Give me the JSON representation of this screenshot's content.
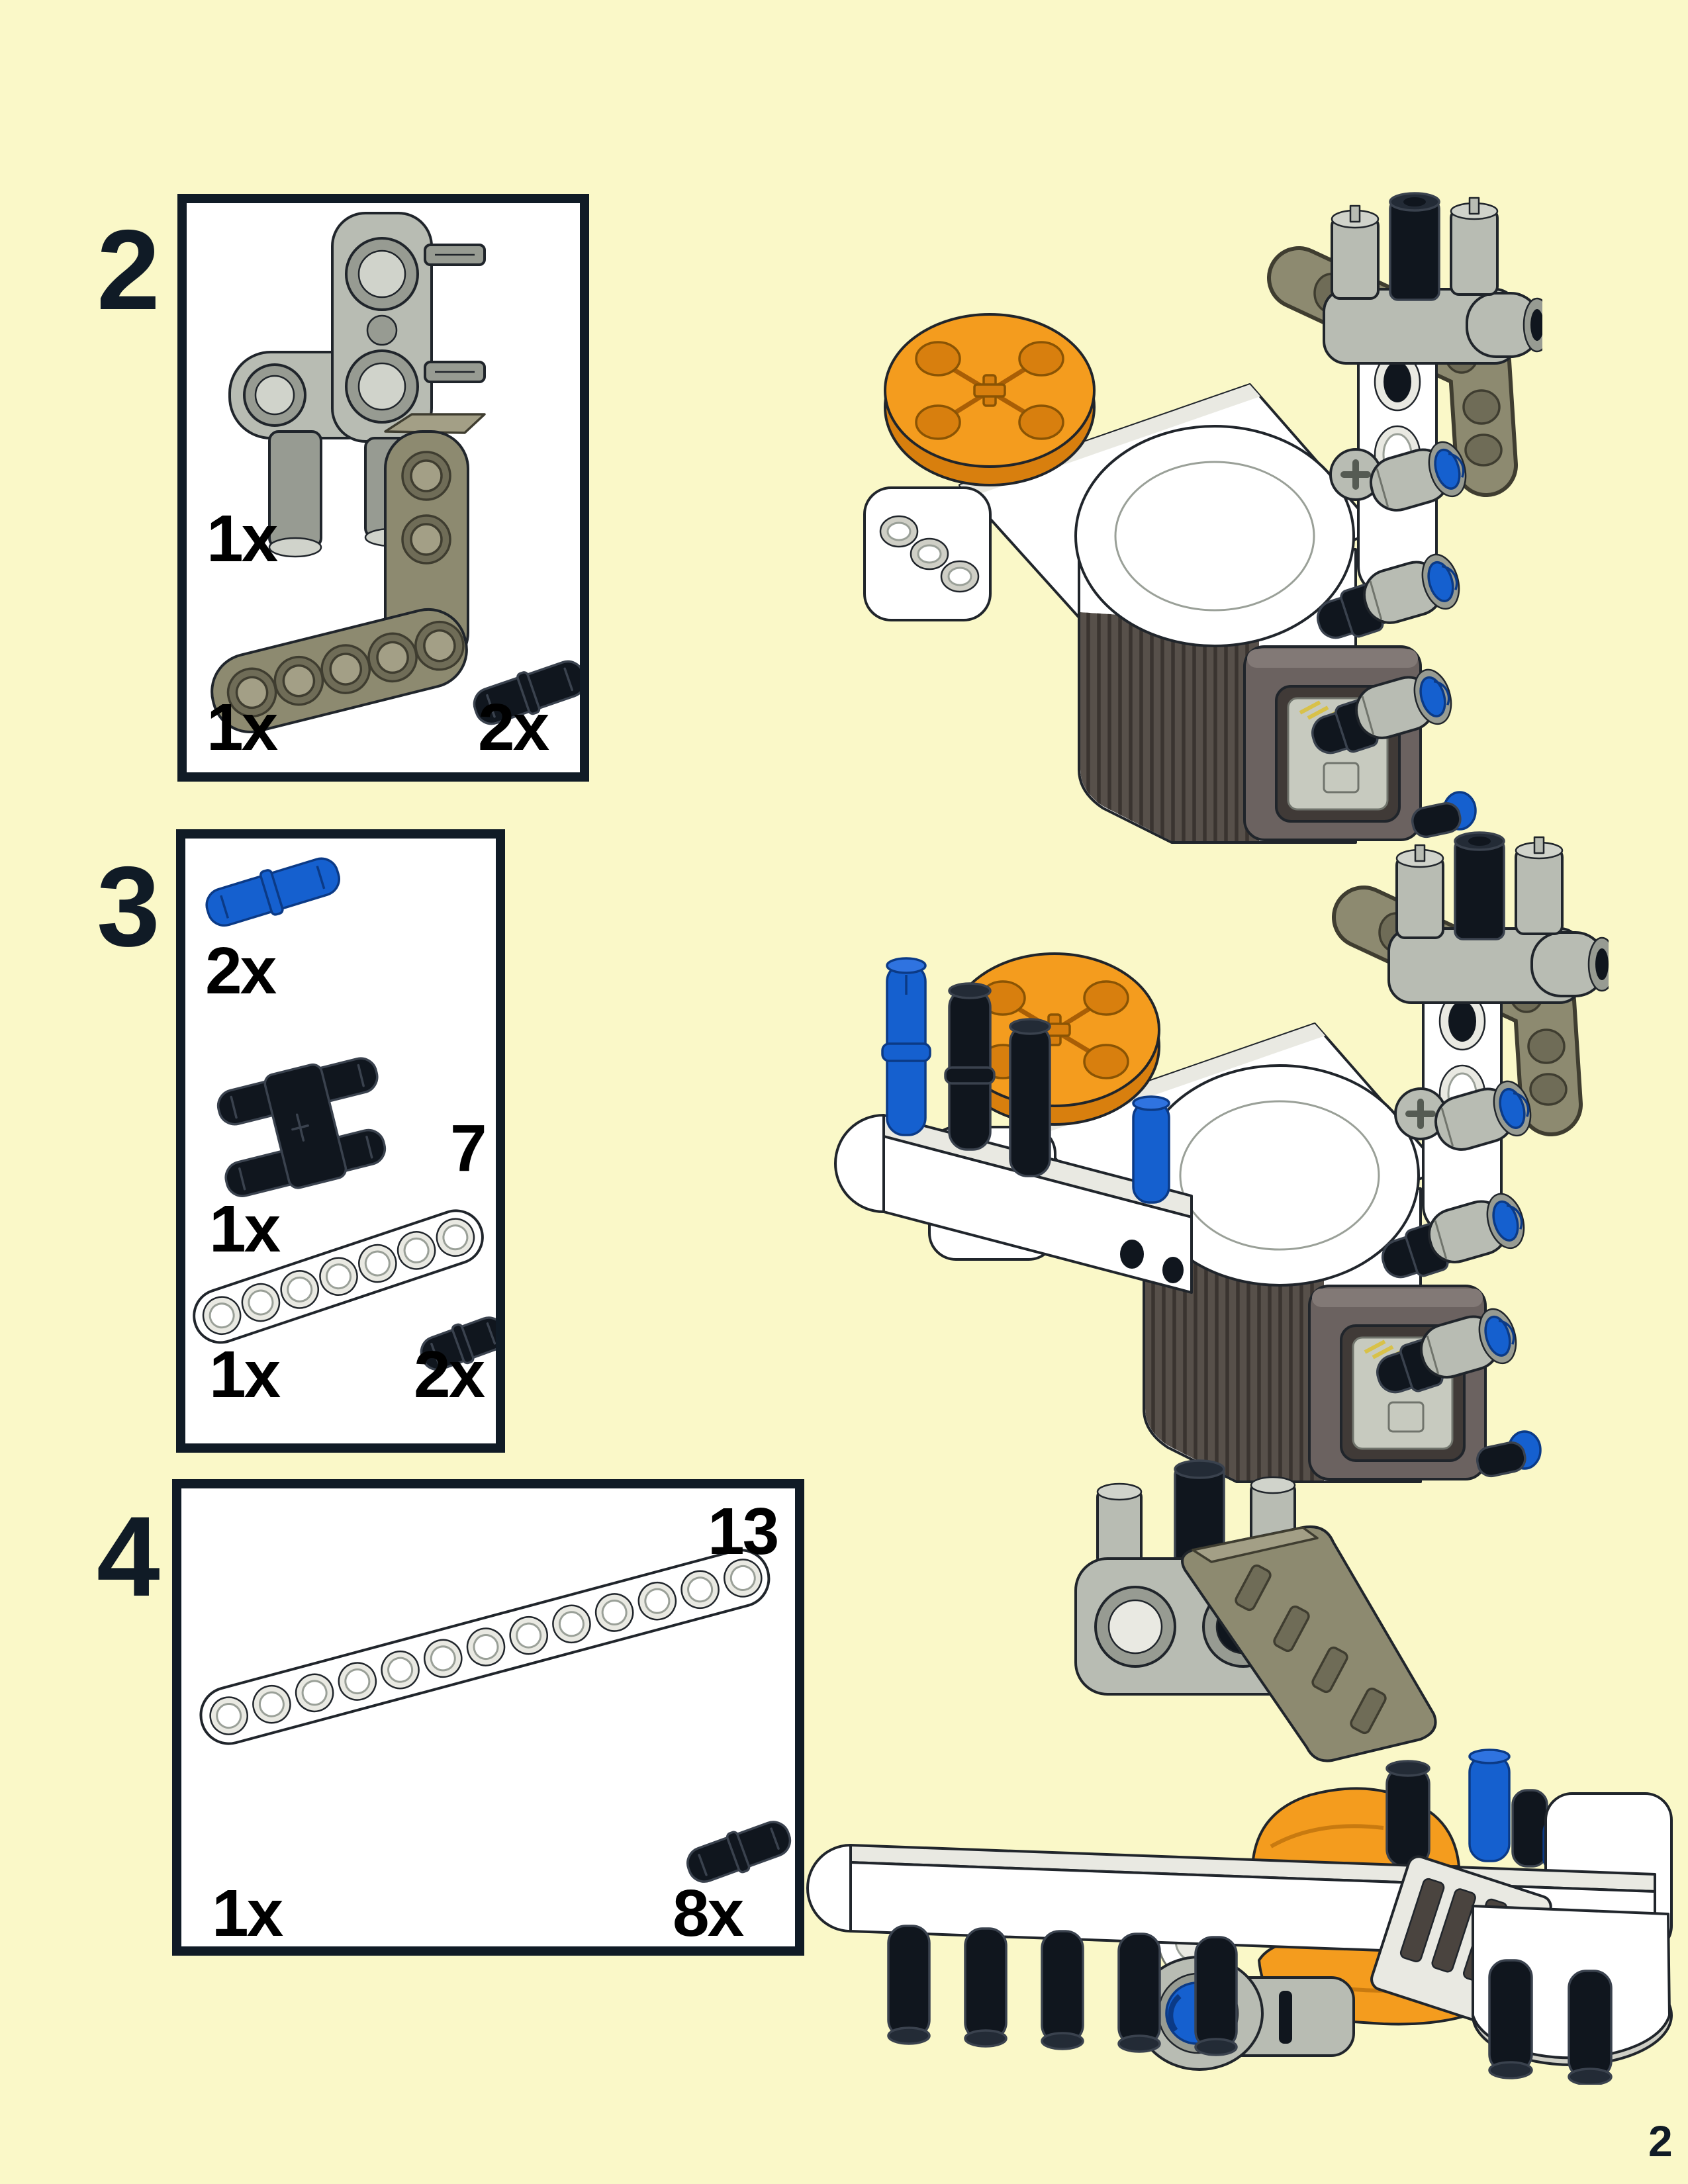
{
  "page": {
    "number": "2"
  },
  "colors": {
    "bg": "#FAF8C8",
    "ink": "#101B26",
    "label": "#000000",
    "box_bg": "#FFFFFF",
    "box_border": "#101B26",
    "part_white": "#FFFFFF",
    "part_light_gray": "#B8BCB3",
    "part_dark_tan": "#8D8A70",
    "part_black": "#10161E",
    "part_blue": "#1560CF",
    "part_orange": "#F49C1E",
    "motor_rib": "#57504A",
    "motor_port": "#6B6260"
  },
  "steps": [
    {
      "number": "2",
      "parts": [
        {
          "name": "angle-connector",
          "count": "1x",
          "color": "light-gray"
        },
        {
          "name": "l-beam-3x5",
          "count": "1x",
          "color": "dark-tan"
        },
        {
          "name": "connector-pin",
          "count": "2x",
          "color": "black"
        }
      ]
    },
    {
      "number": "3",
      "parts": [
        {
          "name": "long-pin",
          "count": "2x",
          "color": "blue"
        },
        {
          "name": "double-pin-connector",
          "count": "1x",
          "color": "black"
        },
        {
          "name": "beam-7",
          "count": "1x",
          "color": "white",
          "length_label": "7"
        },
        {
          "name": "connector-pin",
          "count": "2x",
          "color": "black"
        }
      ]
    },
    {
      "number": "4",
      "parts": [
        {
          "name": "beam-13",
          "count": "1x",
          "color": "white",
          "length_label": "13"
        },
        {
          "name": "connector-pin",
          "count": "8x",
          "color": "black"
        }
      ]
    }
  ]
}
